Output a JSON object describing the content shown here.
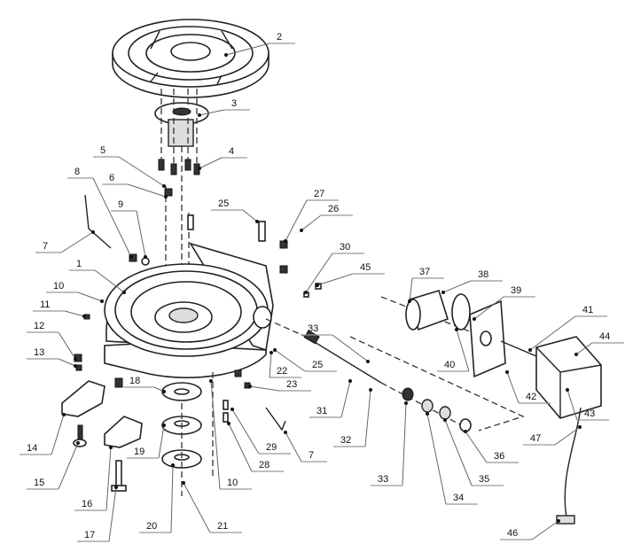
{
  "diagram": {
    "type": "exploded parts diagram",
    "callouts": [
      "2",
      "3",
      "4",
      "5",
      "6",
      "8",
      "9",
      "7",
      "1",
      "10",
      "11",
      "12",
      "13",
      "14",
      "15",
      "16",
      "17",
      "18",
      "19",
      "20",
      "21",
      "25",
      "27",
      "26",
      "30",
      "45",
      "37",
      "38",
      "39",
      "41",
      "44",
      "40",
      "42",
      "43",
      "33",
      "22",
      "25",
      "23",
      "31",
      "32",
      "29",
      "28",
      "7",
      "10",
      "33",
      "34",
      "35",
      "36",
      "47",
      "46"
    ]
  }
}
